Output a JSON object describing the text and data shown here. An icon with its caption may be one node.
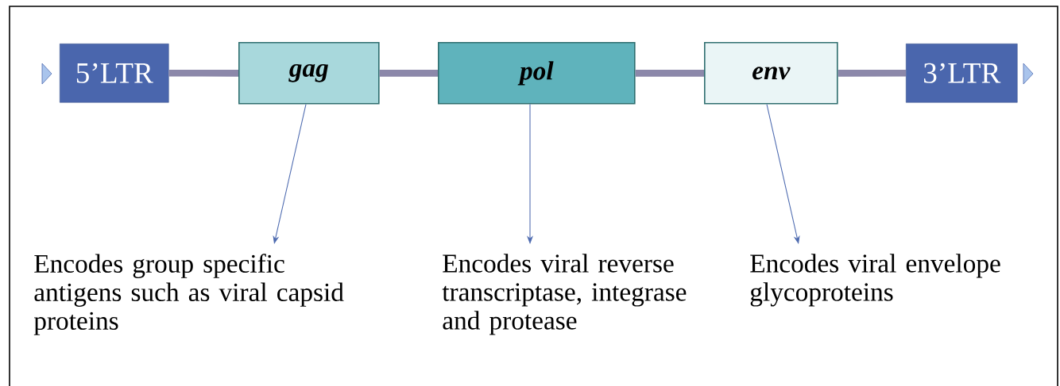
{
  "diagram": {
    "nodes": [
      {
        "text": [
          "5’LTR"
        ]
      },
      {
        "text": [
          "gag"
        ]
      },
      {
        "text": [
          "pol"
        ]
      },
      {
        "text": [
          "env"
        ]
      },
      {
        "text": [
          "3’LTR"
        ]
      },
      {
        "text": [
          "Encodes group specific antigens such as viral capsid proteins"
        ]
      },
      {
        "text": [
          "Encodes viral reverse transcriptase, integrase and protease"
        ]
      },
      {
        "text": [
          "Encodes viral envelope glycoproteins"
        ]
      }
    ],
    "edges": [
      {
        "from": 0,
        "to": 1,
        "arrow": "none"
      },
      {
        "from": 1,
        "to": 2,
        "arrow": "none"
      },
      {
        "from": 2,
        "to": 3,
        "arrow": "none"
      },
      {
        "from": 3,
        "to": 4,
        "arrow": "none"
      },
      {
        "from": 1,
        "to": 5,
        "arrow": "to",
        "color": "#4e6bb0"
      },
      {
        "from": 2,
        "to": 6,
        "arrow": "to",
        "color": "#4e6bb0"
      },
      {
        "from": 3,
        "to": 7,
        "arrow": "to",
        "color": "#4e6bb0"
      }
    ]
  }
}
